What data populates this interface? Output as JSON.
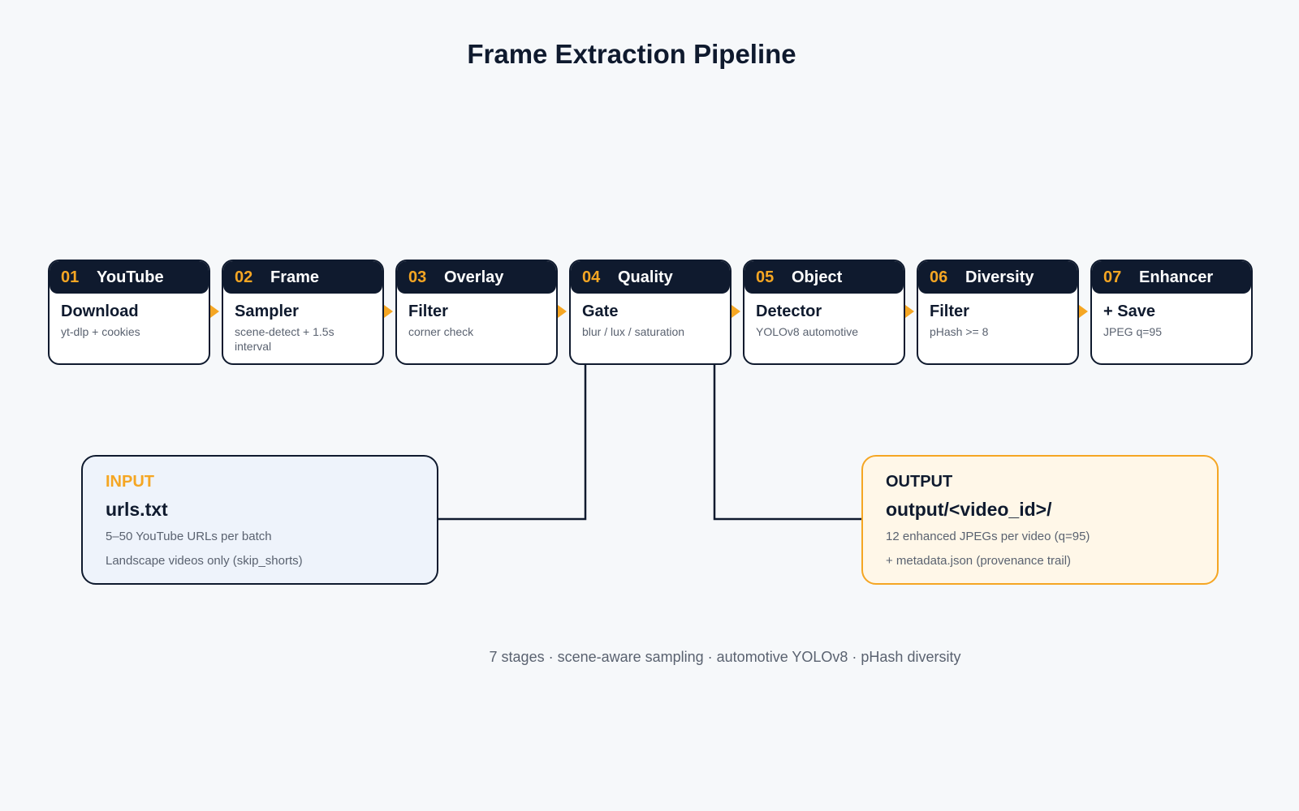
{
  "title": "Frame Extraction Pipeline",
  "colors": {
    "navy": "#0f1a2e",
    "accent": "#f5a623",
    "input_bg": "#eef3fb",
    "output_bg": "#fff7e8"
  },
  "stages": [
    {
      "num": "01",
      "title1": "YouTube",
      "title2": "Download",
      "desc": "yt-dlp + cookies"
    },
    {
      "num": "02",
      "title1": "Frame",
      "title2": "Sampler",
      "desc": "scene-detect + 1.5s interval"
    },
    {
      "num": "03",
      "title1": "Overlay",
      "title2": "Filter",
      "desc": "corner check"
    },
    {
      "num": "04",
      "title1": "Quality",
      "title2": "Gate",
      "desc": "blur / lux / saturation"
    },
    {
      "num": "05",
      "title1": "Object",
      "title2": "Detector",
      "desc": "YOLOv8 automotive"
    },
    {
      "num": "06",
      "title1": "Diversity",
      "title2": "Filter",
      "desc": "pHash >= 8"
    },
    {
      "num": "07",
      "title1": "Enhancer",
      "title2": "+ Save",
      "desc": "JPEG q=95"
    }
  ],
  "input": {
    "label": "INPUT",
    "file": "urls.txt",
    "line1": "5–50 YouTube URLs per batch",
    "line2": "Landscape videos only (skip_shorts)"
  },
  "output": {
    "label": "OUTPUT",
    "file": "output/<video_id>/",
    "line1": "12 enhanced JPEGs per video (q=95)",
    "line2": "+ metadata.json (provenance trail)"
  },
  "footer": "7 stages · scene-aware sampling · automotive YOLOv8 · pHash diversity"
}
